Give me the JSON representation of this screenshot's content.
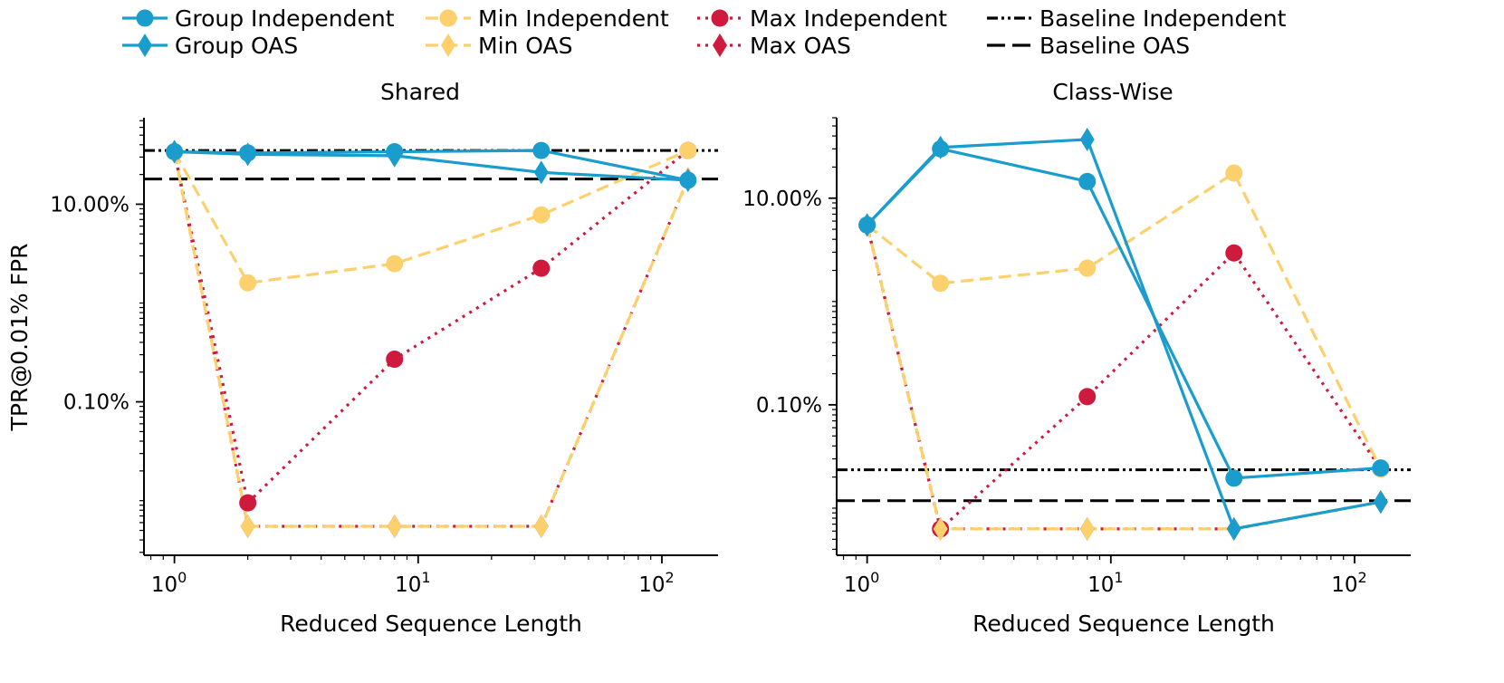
{
  "legend": {
    "entries": [
      {
        "label": "Group Independent",
        "color": "#1a9dcc",
        "dash": "solid",
        "marker": "circle"
      },
      {
        "label": "Group OAS",
        "color": "#1a9dcc",
        "dash": "solid",
        "marker": "diamond"
      },
      {
        "label": "Min Independent",
        "color": "#fdd06e",
        "dash": "dashed",
        "marker": "circle"
      },
      {
        "label": "Min OAS",
        "color": "#fdd06e",
        "dash": "dashed",
        "marker": "diamond"
      },
      {
        "label": "Max Independent",
        "color": "#cf1a3d",
        "dash": "dotted",
        "marker": "circle"
      },
      {
        "label": "Max OAS",
        "color": "#cf1a3d",
        "dash": "dotted",
        "marker": "diamond"
      },
      {
        "label": "Baseline Independent",
        "color": "#000000",
        "dash": "dashdotdot",
        "marker": "none"
      },
      {
        "label": "Baseline OAS",
        "color": "#000000",
        "dash": "longdash",
        "marker": "none"
      }
    ]
  },
  "chart_data": [
    {
      "type": "line",
      "title": "Shared",
      "xlabel": "Reduced Sequence Length",
      "ylabel": "TPR@0.01% FPR",
      "xscale": "log",
      "yscale": "log",
      "xlim": [
        0.75,
        170
      ],
      "ylim": [
        0.0028,
        75
      ],
      "xticks": [
        1,
        10,
        100
      ],
      "xtick_labels": [
        {
          "base": "10",
          "exp": "0"
        },
        {
          "base": "10",
          "exp": "1"
        },
        {
          "base": "10",
          "exp": "2"
        }
      ],
      "yticks": [
        0.1,
        10
      ],
      "ytick_labels": [
        "0.10%",
        "10.00%"
      ],
      "grid": false,
      "legend_position": "top",
      "x": [
        1,
        2,
        8,
        32,
        128
      ],
      "series": [
        {
          "name": "Group Independent",
          "values": [
            34,
            33,
            34,
            35,
            17.5
          ]
        },
        {
          "name": "Group OAS",
          "values": [
            34,
            32,
            31,
            21,
            17.5
          ]
        },
        {
          "name": "Min Independent",
          "values": [
            34,
            1.6,
            2.5,
            7.8,
            35
          ]
        },
        {
          "name": "Min OAS",
          "values": [
            34,
            0.0055,
            0.0055,
            0.0055,
            18
          ]
        },
        {
          "name": "Max Independent",
          "values": [
            34,
            0.0095,
            0.27,
            2.25,
            35
          ]
        },
        {
          "name": "Max OAS",
          "values": [
            34,
            0.0055,
            0.0055,
            0.0055,
            18
          ]
        }
      ],
      "baselines": [
        {
          "name": "Baseline Independent",
          "value": 35
        },
        {
          "name": "Baseline OAS",
          "value": 18
        }
      ]
    },
    {
      "type": "line",
      "title": "Class-Wise",
      "xlabel": "Reduced Sequence Length",
      "xscale": "log",
      "yscale": "log",
      "xlim": [
        0.75,
        170
      ],
      "ylim": [
        0.0035,
        60
      ],
      "xticks": [
        1,
        10,
        100
      ],
      "xtick_labels": [
        {
          "base": "10",
          "exp": "0"
        },
        {
          "base": "10",
          "exp": "1"
        },
        {
          "base": "10",
          "exp": "2"
        }
      ],
      "yticks": [
        0.1,
        10
      ],
      "ytick_labels": [
        "0.10%",
        "10.00%"
      ],
      "grid": false,
      "x": [
        1,
        2,
        8,
        32,
        128
      ],
      "series": [
        {
          "name": "Group Independent",
          "values": [
            5.5,
            30,
            14.5,
            0.0195,
            0.0245
          ]
        },
        {
          "name": "Group OAS",
          "values": [
            5.5,
            31,
            37,
            0.0063,
            0.0115
          ]
        },
        {
          "name": "Min Independent",
          "values": [
            5.5,
            1.5,
            2.1,
            17.5,
            0.024
          ]
        },
        {
          "name": "Min OAS",
          "values": [
            5.5,
            0.0063,
            0.0063,
            0.0063,
            0.0115
          ]
        },
        {
          "name": "Max Independent",
          "values": [
            5.5,
            0.0063,
            0.12,
            2.95,
            0.024
          ]
        },
        {
          "name": "Max OAS",
          "values": [
            5.5,
            0.0063,
            0.0063,
            0.0063,
            0.0115
          ]
        }
      ],
      "baselines": [
        {
          "name": "Baseline Independent",
          "value": 0.0235
        },
        {
          "name": "Baseline OAS",
          "value": 0.0118
        }
      ]
    }
  ]
}
